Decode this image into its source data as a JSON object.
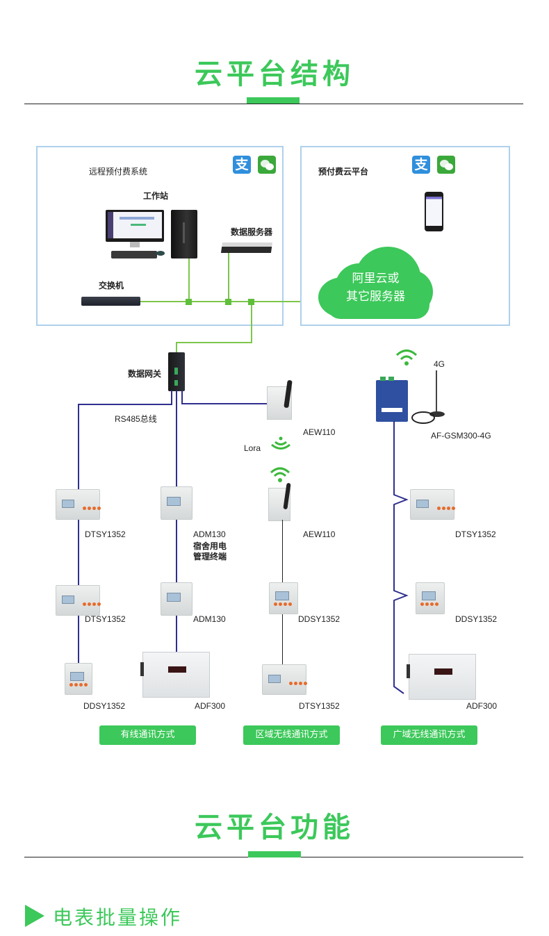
{
  "section1": {
    "title": "云平台结构"
  },
  "left_panel": {
    "title": "远程预付费系统",
    "workstation_label": "工作站",
    "db_server_label": "数据服务器",
    "switch_label": "交换机",
    "payment_icons": [
      "alipay-icon",
      "wechat-icon"
    ]
  },
  "right_panel": {
    "title": "预付费云平台",
    "cloud_line1": "阿里云或",
    "cloud_line2": "其它服务器",
    "payment_icons": [
      "alipay-icon",
      "wechat-icon"
    ]
  },
  "gateway": {
    "label": "数据网关",
    "bus_label": "RS485总线"
  },
  "wireless": {
    "aew_top_label": "AEW110",
    "lora_label": "Lora",
    "aew_mid_label": "AEW110",
    "gsm_label": "AF-GSM300-4G",
    "antenna_label": "4G"
  },
  "devices": {
    "col1": [
      "DTSY1352",
      "DTSY1352",
      "DDSY1352"
    ],
    "col2": [
      "ADM130",
      "ADM130",
      "ADF300"
    ],
    "col2_desc_line1": "宿舍用电",
    "col2_desc_line2": "管理终端",
    "col3": [
      "DDSY1352",
      "DTSY1352"
    ],
    "col4": [
      "DTSY1352",
      "DDSY1352",
      "ADF300"
    ]
  },
  "modes": [
    "有线通讯方式",
    "区域无线通讯方式",
    "广域无线通讯方式"
  ],
  "section2": {
    "title": "云平台功能"
  },
  "feature": {
    "title": "电表批量操作"
  },
  "colors": {
    "accent": "#3cc85a",
    "network_line": "#7cc64a",
    "bus_line": "#2e2e8f",
    "panel_border": "#aed0ec"
  }
}
